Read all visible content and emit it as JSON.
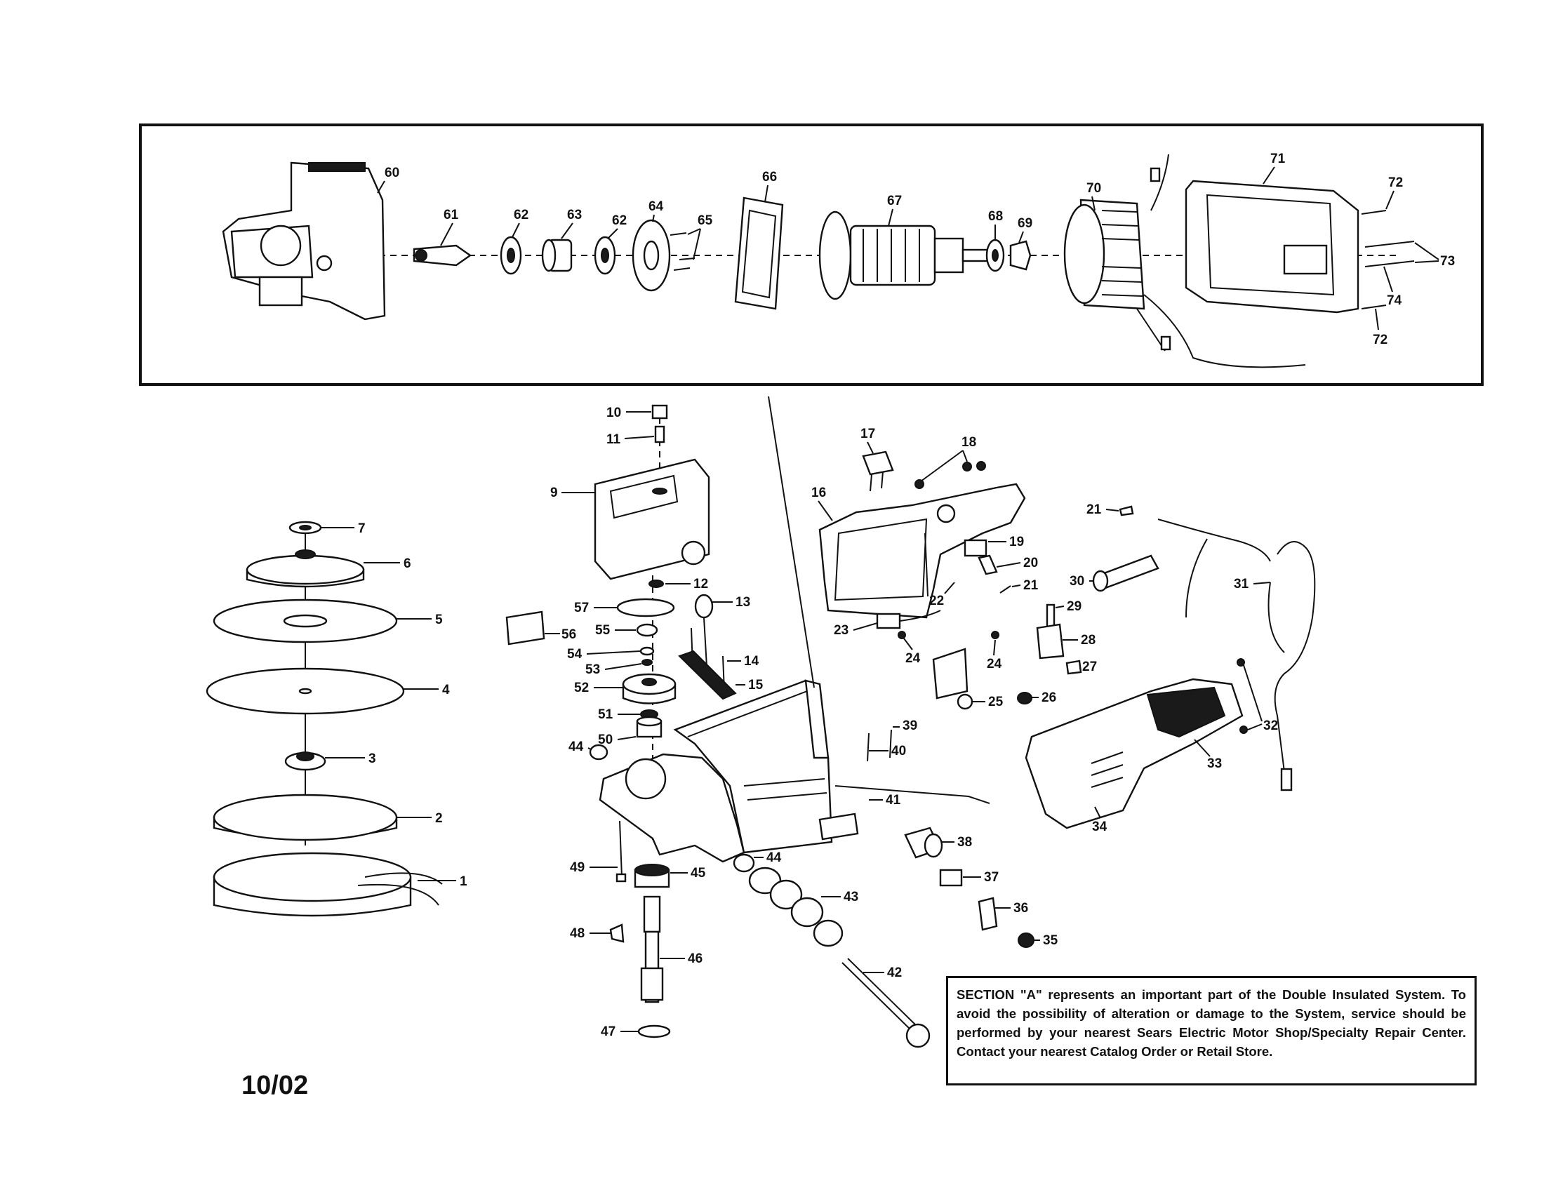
{
  "note": {
    "text": "SECTION \"A\" represents an important part of the Double Insulated System. To avoid the possibility of alteration or damage to the System, service should be performed by your nearest Sears Electric Motor Shop/Specialty Repair Center. Contact your nearest Catalog Order or Retail Store."
  },
  "date_code": "10/02",
  "section_a_labels": [
    "60",
    "61",
    "62",
    "63",
    "62",
    "64",
    "65",
    "66",
    "67",
    "68",
    "69",
    "70",
    "71",
    "72",
    "73",
    "74",
    "72"
  ],
  "pad_assembly_labels": [
    "7",
    "6",
    "5",
    "4",
    "3",
    "2",
    "1"
  ],
  "gear_assembly_labels": [
    "10",
    "11",
    "9",
    "12",
    "57",
    "13",
    "56",
    "55",
    "54",
    "53",
    "14",
    "52",
    "15",
    "51",
    "50",
    "44",
    "49",
    "45",
    "48",
    "46",
    "47",
    "44",
    "43",
    "42"
  ],
  "handle_assembly_labels": [
    "17",
    "18",
    "16",
    "21",
    "19",
    "20",
    "21",
    "22",
    "23",
    "24",
    "29",
    "28",
    "24",
    "27",
    "25",
    "26",
    "30",
    "31",
    "32",
    "33",
    "34",
    "39",
    "40",
    "41",
    "38",
    "37",
    "36",
    "35"
  ]
}
